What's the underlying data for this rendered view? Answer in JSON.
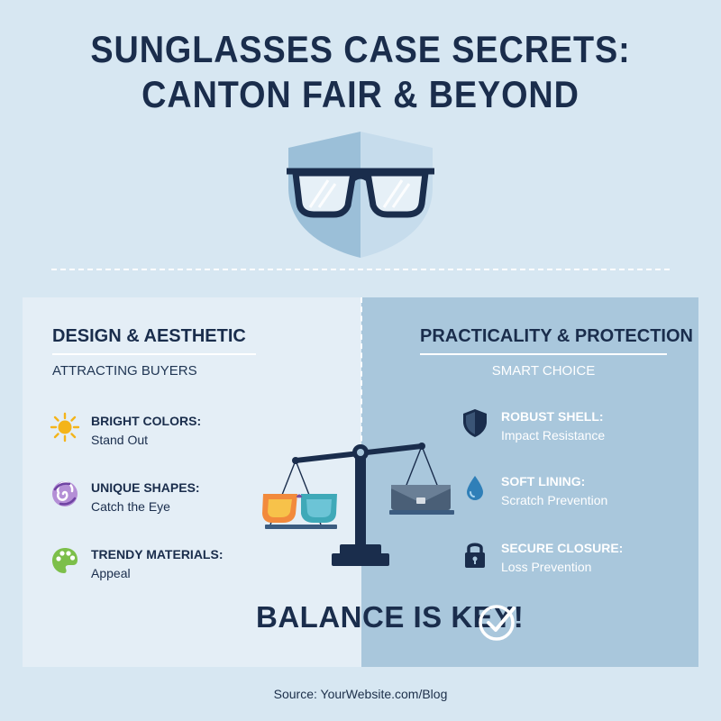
{
  "title": {
    "line1": "SUNGLASSES CASE SECRETS:",
    "line2": "CANTON FAIR & BEYOND"
  },
  "left": {
    "heading": "DESIGN & AESTHETIC",
    "subheading": "ATTRACTING BUYERS",
    "features": [
      {
        "icon": "sun-icon",
        "title": "BRIGHT COLORS:",
        "detail": "Stand Out"
      },
      {
        "icon": "swirl-icon",
        "title": "UNIQUE SHAPES:",
        "detail": "Catch the Eye"
      },
      {
        "icon": "palette-icon",
        "title": "TRENDY MATERIALS:",
        "detail": "Appeal"
      }
    ]
  },
  "right": {
    "heading": "PRACTICALITY & PROTECTION",
    "subheading": "SMART CHOICE",
    "features": [
      {
        "icon": "shield-icon",
        "title": "ROBUST SHELL:",
        "detail": "Impact Resistance"
      },
      {
        "icon": "water-drop-icon",
        "title": "SOFT LINING:",
        "detail": "Scratch Prevention"
      },
      {
        "icon": "padlock-icon",
        "title": "SECURE CLOSURE:",
        "detail": "Loss Prevention"
      }
    ]
  },
  "balance_text": "BALANCE IS KEY!",
  "source": "Source: YourWebsite.com/Blog",
  "colors": {
    "background": "#d7e7f2",
    "navy": "#1a2d4c",
    "left_panel": "#e4eef6",
    "right_panel": "#a9c7dc",
    "sun": "#f4b41a",
    "swirl": "#8b5fb3",
    "palette": "#7cbf4a"
  }
}
